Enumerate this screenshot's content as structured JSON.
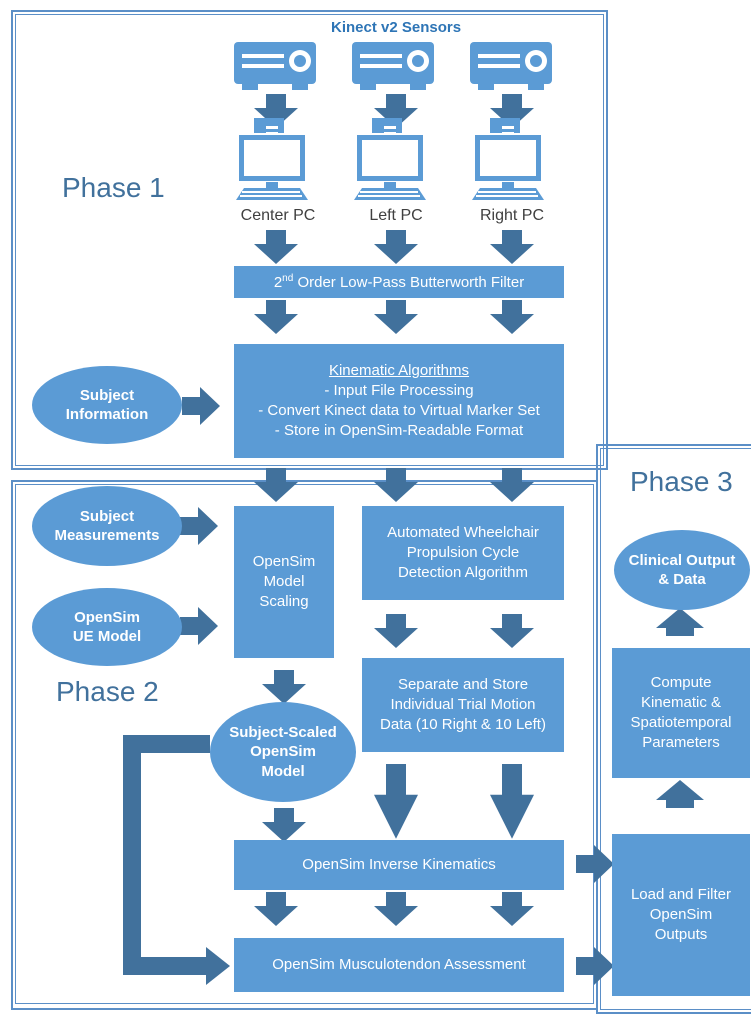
{
  "title": "Kinect v2 Sensors",
  "phases": {
    "p1": "Phase 1",
    "p2": "Phase 2",
    "p3": "Phase 3"
  },
  "pcs": {
    "center": "Center PC",
    "left": "Left PC",
    "right": "Right PC"
  },
  "filter": {
    "prefix": "2",
    "sup": "nd",
    "suffix": " Order Low-Pass Butterworth Filter"
  },
  "kinematic": {
    "heading": "Kinematic Algorithms",
    "line1": "- Input File Processing",
    "line2": "- Convert Kinect data to Virtual Marker Set",
    "line3": "- Store in OpenSim-Readable Format"
  },
  "subject_info": {
    "line1": "Subject",
    "line2": "Information"
  },
  "subject_meas": {
    "line1": "Subject",
    "line2": "Measurements"
  },
  "opensim_ue": {
    "line1": "OpenSim",
    "line2": "UE Model"
  },
  "scaling": {
    "line1": "OpenSim",
    "line2": "Model",
    "line3": "Scaling"
  },
  "detection": {
    "line1": "Automated Wheelchair",
    "line2": "Propulsion Cycle",
    "line3": "Detection Algorithm"
  },
  "separate": {
    "line1": "Separate and Store",
    "line2": "Individual Trial Motion",
    "line3": "Data (10 Right & 10 Left)"
  },
  "scaled_model": {
    "line1": "Subject-Scaled",
    "line2": "OpenSim",
    "line3": "Model"
  },
  "ik": "OpenSim Inverse Kinematics",
  "mta": "OpenSim Musculotendon Assessment",
  "clinical": {
    "line1": "Clinical Output",
    "line2": "& Data"
  },
  "compute": {
    "line1": "Compute",
    "line2": "Kinematic &",
    "line3": "Spatiotemporal",
    "line4": "Parameters"
  },
  "load": {
    "line1": "Load and Filter",
    "line2": "OpenSim",
    "line3": "Outputs"
  },
  "colors": {
    "fill": "#5b9bd5",
    "frame": "#5b8fc7",
    "phase_text": "#41719c",
    "title_text": "#2e75b6"
  }
}
